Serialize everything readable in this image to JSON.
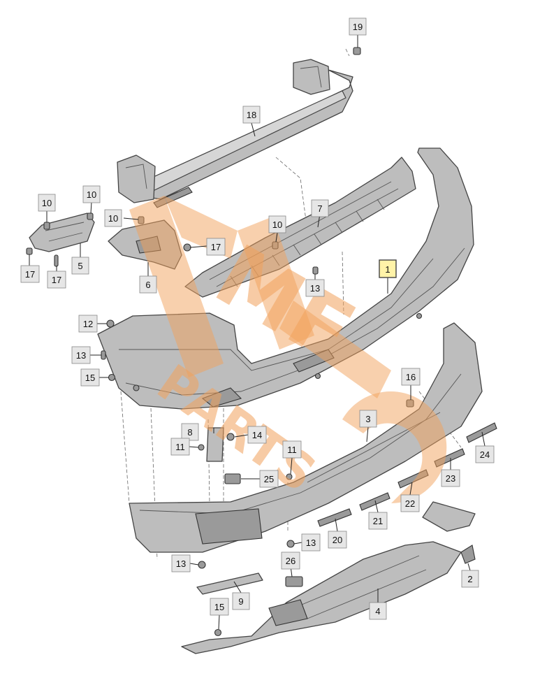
{
  "diagram": {
    "callouts": [
      {
        "id": "c19",
        "label": "19"
      },
      {
        "id": "c18",
        "label": "18"
      },
      {
        "id": "c10a",
        "label": "10"
      },
      {
        "id": "c10b",
        "label": "10"
      },
      {
        "id": "c10c",
        "label": "10"
      },
      {
        "id": "c10d",
        "label": "10"
      },
      {
        "id": "c7",
        "label": "7"
      },
      {
        "id": "c17a",
        "label": "17"
      },
      {
        "id": "c17b",
        "label": "17"
      },
      {
        "id": "c17c",
        "label": "17"
      },
      {
        "id": "c5",
        "label": "5"
      },
      {
        "id": "c6",
        "label": "6"
      },
      {
        "id": "c13a",
        "label": "13"
      },
      {
        "id": "c1",
        "label": "1"
      },
      {
        "id": "c12",
        "label": "12"
      },
      {
        "id": "c13b",
        "label": "13"
      },
      {
        "id": "c15a",
        "label": "15"
      },
      {
        "id": "c16",
        "label": "16"
      },
      {
        "id": "c8",
        "label": "8"
      },
      {
        "id": "c14",
        "label": "14"
      },
      {
        "id": "c11a",
        "label": "11"
      },
      {
        "id": "c3",
        "label": "3"
      },
      {
        "id": "c24",
        "label": "24"
      },
      {
        "id": "c11b",
        "label": "11"
      },
      {
        "id": "c25",
        "label": "25"
      },
      {
        "id": "c23",
        "label": "23"
      },
      {
        "id": "c22",
        "label": "22"
      },
      {
        "id": "c21",
        "label": "21"
      },
      {
        "id": "c20",
        "label": "20"
      },
      {
        "id": "c13c",
        "label": "13"
      },
      {
        "id": "c26",
        "label": "26"
      },
      {
        "id": "c13d",
        "label": "13"
      },
      {
        "id": "c2",
        "label": "2"
      },
      {
        "id": "c9",
        "label": "9"
      },
      {
        "id": "c4",
        "label": "4"
      },
      {
        "id": "c15b",
        "label": "15"
      }
    ]
  },
  "watermark": {
    "brand": "MF",
    "text": "PARTS",
    "color": "#f2a25c"
  }
}
